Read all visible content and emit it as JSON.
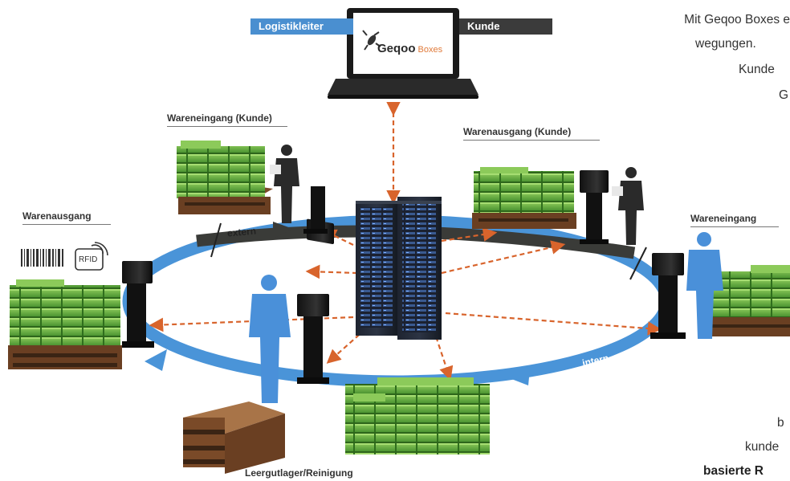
{
  "header": {
    "left_bar": "Logistikleiter",
    "right_bar": "Kunde"
  },
  "laptop": {
    "logo_main": "Geqoo",
    "logo_sub": "Boxes"
  },
  "labels": {
    "wareneingang_kunde": "Wareneingang (Kunde)",
    "warenausgang_kunde": "Warenausgang (Kunde)",
    "warenausgang": "Warenausgang",
    "wareneingang": "Wareneingang",
    "leergut": "Leergutlager/Reinigung",
    "extern": "extern",
    "intern": "intern",
    "rfid": "RFID"
  },
  "side_text": {
    "line1": "Mit Geqoo Boxes e",
    "line2": "wegungen.",
    "line3": "Kunde",
    "line4": "G",
    "line5": "b",
    "line6": "kunde",
    "line7": "basierte R"
  },
  "colors": {
    "ring_blue": "#4a94d8",
    "ring_dark": "#3a3b38",
    "arrow_orange": "#d8642c",
    "box_green": "#5aa63a",
    "person_blue": "#4a90d9"
  }
}
